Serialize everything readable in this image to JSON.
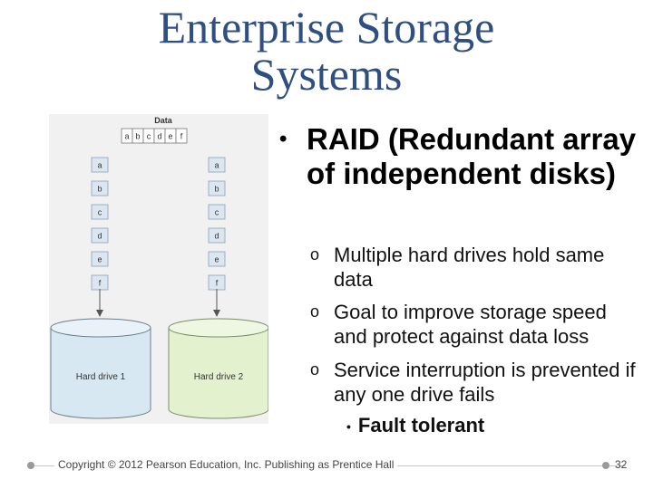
{
  "slide": {
    "title_line1": "Enterprise Storage",
    "title_line2": "Systems",
    "main_bullet": "RAID (Redundant array of independent disks)",
    "sub_bullets": [
      "Multiple hard drives hold same data",
      "Goal to improve storage speed and protect against data loss",
      "Service interruption is prevented if any one drive fails"
    ],
    "sub_sub_bullet": "Fault tolerant",
    "sub_marker": "o",
    "bullet_marker": "•"
  },
  "figure": {
    "data_label": "Data",
    "data_cells": [
      "a",
      "b",
      "c",
      "d",
      "e",
      "f"
    ],
    "drive1_label": "Hard drive 1",
    "drive2_label": "Hard drive 2",
    "drive1_color": "#d7e8f2",
    "drive2_color": "#e4f1cf",
    "block_color": "#dce6f1"
  },
  "footer": {
    "copyright": "Copyright © 2012 Pearson Education, Inc. Publishing as Prentice Hall",
    "page_number": "32"
  },
  "colors": {
    "title": "#2f4f82"
  }
}
